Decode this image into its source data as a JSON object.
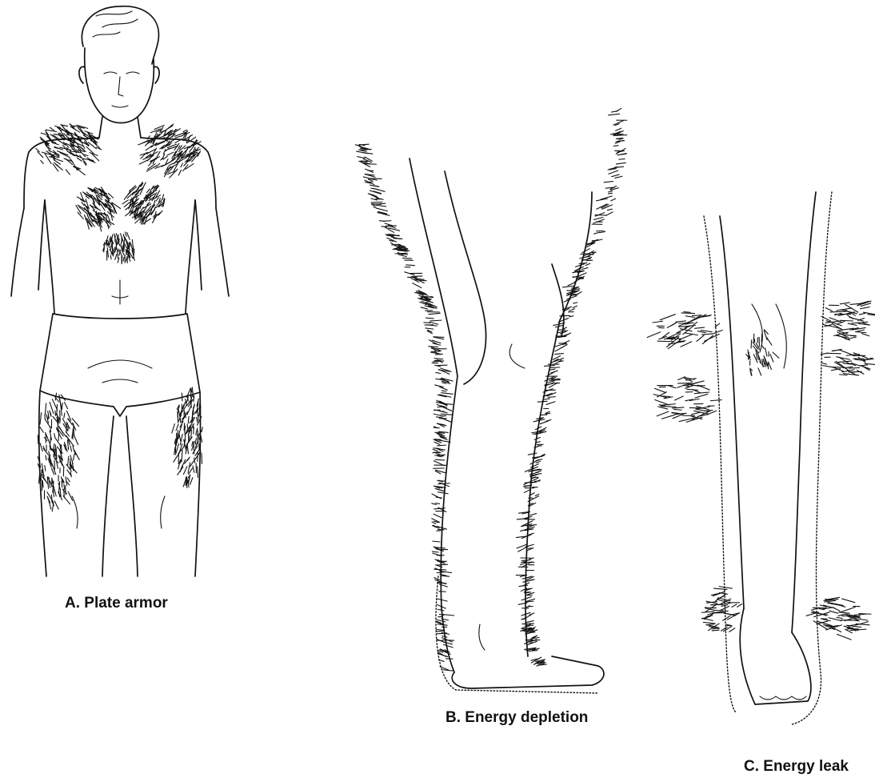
{
  "figure": {
    "panels": [
      {
        "id": "A",
        "caption": "A. Plate armor"
      },
      {
        "id": "B",
        "caption": "B. Energy depletion"
      },
      {
        "id": "C",
        "caption": "C. Energy leak"
      }
    ]
  },
  "style": {
    "ink": "#111111",
    "paper": "#ffffff"
  }
}
